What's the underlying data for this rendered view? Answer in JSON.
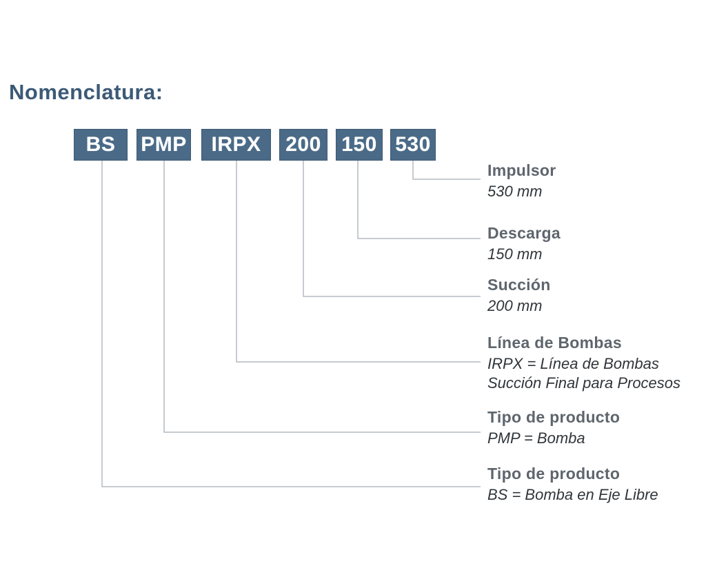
{
  "page": {
    "title": "Nomenclatura:"
  },
  "code_boxes": [
    {
      "label": "BS"
    },
    {
      "label": "PMP"
    },
    {
      "label": "IRPX"
    },
    {
      "label": "200"
    },
    {
      "label": "150"
    },
    {
      "label": "530"
    }
  ],
  "annotations": [
    {
      "heading": "Impulsor",
      "lines": [
        "530 mm"
      ]
    },
    {
      "heading": "Descarga",
      "lines": [
        "150 mm"
      ]
    },
    {
      "heading": "Succión",
      "lines": [
        "200 mm"
      ]
    },
    {
      "heading": "Línea de Bombas",
      "lines": [
        "IRPX = Línea de Bombas",
        "Succión Final para Procesos"
      ]
    },
    {
      "heading": "Tipo de producto",
      "lines": [
        "PMP = Bomba"
      ]
    },
    {
      "heading": "Tipo de producto",
      "lines": [
        "BS = Bomba en Eje Libre"
      ]
    }
  ],
  "colors": {
    "background": "#ffffff",
    "title_text": "#3c5a77",
    "box_background": "#4a6a87",
    "box_border": "#3c5872",
    "box_text": "#ffffff",
    "heading_text": "#5e656d",
    "detail_text": "#30353a",
    "connector_line": "#b3bac0"
  }
}
